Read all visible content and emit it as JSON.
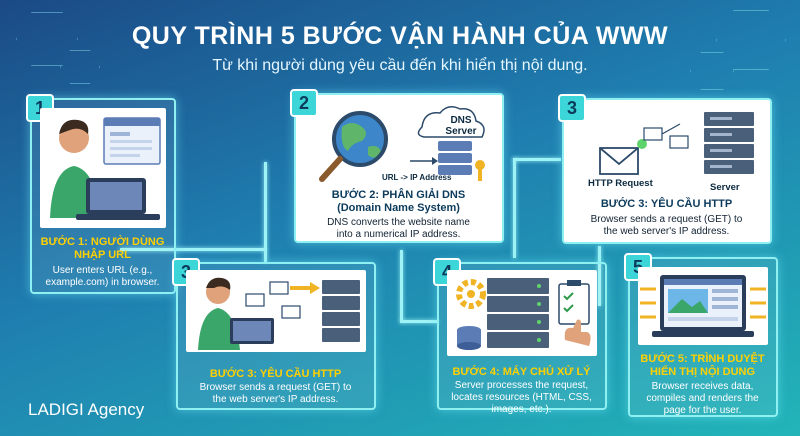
{
  "header": {
    "title": "QUY TRÌNH 5 BƯỚC VẬN HÀNH CỦA WWW",
    "subtitle": "Từ khi người dùng yêu cầu đến khi hiển thị nội dung."
  },
  "steps": [
    {
      "number": "1",
      "title": "BƯỚC 1: NGƯỜI DÙNG NHẬP URL",
      "title_line1": "BƯỚC 1: NGƯỜI DÙNG",
      "title_line2": "NHẬP URL",
      "desc_line1": "User enters URL (e.g.,",
      "desc_line2": "example.com) in browser."
    },
    {
      "number": "2",
      "title_line1": "BƯỚC 2: PHÂN GIẢI DNS",
      "title_line2": "(Domain Name System)",
      "desc_line1": "DNS converts the website name",
      "desc_line2": "into a numerical IP address.",
      "dns_label_line1": "DNS",
      "dns_label_line2": "Server",
      "url_ip_label": "URL -> IP Address"
    },
    {
      "number": "3",
      "title": "BƯỚC 3: YÊU CẦU HTTP",
      "desc_line1": "Browser sends a request (GET) to",
      "desc_line2": "the web server's IP address.",
      "http_label": "HTTP Request",
      "server_label": "Server"
    },
    {
      "number": "3",
      "title": "BƯỚC 3: YÊU CẦU HTTP",
      "desc_line1": "Browser sends a request (GET) to",
      "desc_line2": "the web server's IP address."
    },
    {
      "number": "4",
      "title": "BƯỚC 4: MÁY CHỦ XỬ LÝ",
      "desc_line1": "Server processes the request,",
      "desc_line2": "locates resources (HTML, CSS,",
      "desc_line3": "images, etc.)."
    },
    {
      "number": "5",
      "title_line1": "BƯỚC 5: TRÌNH DUYỆT",
      "title_line2": "HIỂN THỊ NỘI DUNG",
      "desc_line1": "Browser receives data,",
      "desc_line2": "compiles and renders the",
      "desc_line3": "page for the user."
    }
  ],
  "brand": "LADIGI Agency"
}
